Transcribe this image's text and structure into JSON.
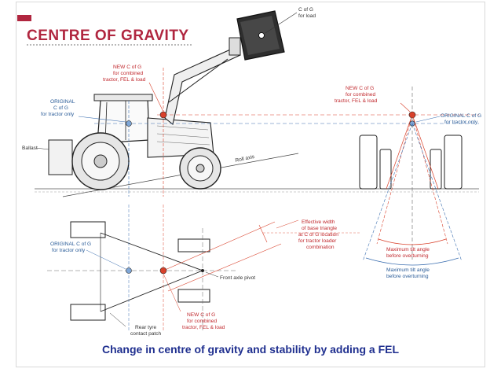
{
  "slide": {
    "title": "CENTRE OF GRAVITY",
    "caption": "Change in centre of gravity and stability by adding a FEL"
  },
  "labels": {
    "cog_load_1": "C of G",
    "cog_load_2": "for load",
    "new_cog_side_1": "NEW C of G",
    "new_cog_side_2": "for combined",
    "new_cog_side_3": "tractor, FEL & load",
    "orig_cog_side_1": "ORIGINAL",
    "orig_cog_side_2": "C of G",
    "orig_cog_side_3": "for tractor only",
    "ballast": "Ballast",
    "roll_axis": "Roll axis",
    "new_cog_rear_1": "NEW C of G",
    "new_cog_rear_2": "for combined",
    "new_cog_rear_3": "tractor, FEL & load",
    "orig_cog_rear_1": "ORIGINAL C of G",
    "orig_cog_rear_2": "for tractor only",
    "eff_width_1": "Effective width",
    "eff_width_2": "of base triangle",
    "eff_width_3": "at C of G location",
    "eff_width_4": "for tractor loader",
    "eff_width_5": "combination",
    "max_tilt_1a": "Maximum tilt angle",
    "max_tilt_1b": "before overturning",
    "max_tilt_2a": "Maximum tilt angle",
    "max_tilt_2b": "before overturning",
    "orig_cog_top_1": "ORIGINAL C of G",
    "orig_cog_top_2": "for tractor only",
    "front_axle": "Front axle pivot",
    "rear_tyre_1": "Rear tyre",
    "rear_tyre_2": "contact patch",
    "new_cog_top_1": "NEW C of G",
    "new_cog_top_2": "for combined",
    "new_cog_top_3": "tractor, FEL & load"
  },
  "colors": {
    "title": "#b0263f",
    "caption": "#1f2f8f",
    "red_lines": "#d9412b",
    "blue_lines": "#3c6fb0"
  }
}
